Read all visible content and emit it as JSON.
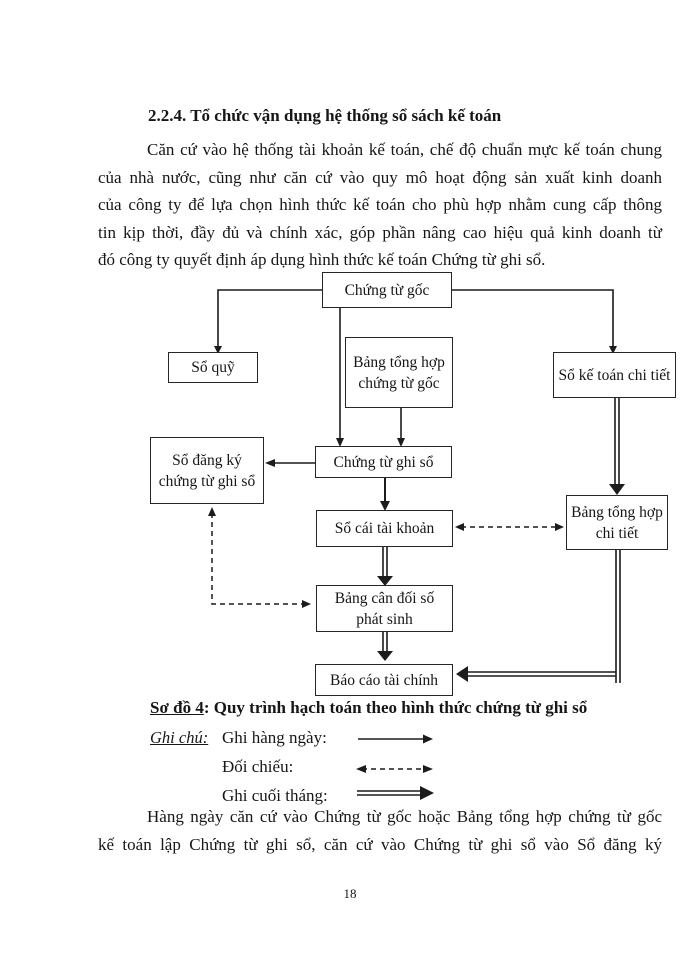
{
  "heading": "2.2.4. Tổ chức vận dụng hệ thống sổ sách kế toán",
  "paragraph1": {
    "lines": [
      "Căn cứ vào hệ thống tài khoản kế toán, chế độ chuẩn mực kế toán chung",
      "của nhà nước, cũng như căn cứ vào quy mô hoạt động sản xuất kinh doanh",
      "của công ty để lựa chọn hình thức kế toán cho phù hợp nhằm cung cấp thông",
      "tin kịp thời, đầy đủ và chính xác, góp phần nâng cao hiệu quả kinh doanh từ",
      "đó công ty quyết định áp dụng hình thức kế toán Chứng từ ghi sổ."
    ]
  },
  "diagram": {
    "boxes": {
      "chung_tu_goc": "Chứng từ gốc",
      "so_quy": "Sổ quỹ",
      "bang_tong_hop_chung_tu_goc": "Bảng tổng hợp chứng từ gốc",
      "so_ke_toan_chi_tiet": "Sổ kế toán chi tiết",
      "so_dang_ky_chung_tu_ghi_so": "Sổ đăng ký chứng từ ghi sổ",
      "chung_tu_ghi_so": "Chứng từ ghi sổ",
      "so_cai_tai_khoan": "Sổ cái tài khoản",
      "bang_tong_hop_chi_tiet": "Bảng tổng hợp chi tiết",
      "bang_can_doi_so_phat_sinh": "Bảng cân đối số phát sinh",
      "bao_cao_tai_chinh": "Báo cáo tài chính"
    },
    "caption": {
      "label": "Sơ đồ 4",
      "text": ": Quy trình hạch toán theo hình thức chứng từ ghi sổ"
    },
    "legend": {
      "title": "Ghi chú:",
      "items": [
        {
          "label": "Ghi hàng ngày:",
          "style": "solid"
        },
        {
          "label": "Đối chiếu:",
          "style": "dashed"
        },
        {
          "label": "Ghi cuối tháng:",
          "style": "double"
        }
      ]
    }
  },
  "paragraph2": {
    "lines": [
      "Hàng ngày căn cứ vào Chứng từ gốc hoặc Bảng tổng hợp chứng từ gốc",
      "kế toán lập Chứng từ ghi sổ, căn cứ vào Chứng từ ghi sổ vào Sổ đăng ký"
    ]
  },
  "page": {
    "number": "18"
  },
  "colors": {
    "ink": "#1c1c1c",
    "paper": "#ffffff"
  }
}
